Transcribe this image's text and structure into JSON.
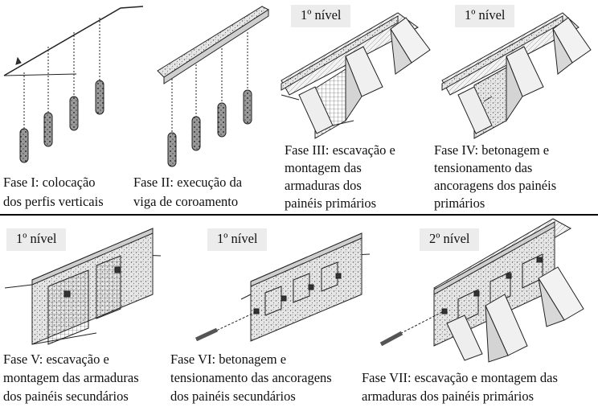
{
  "phases": [
    {
      "id": "I",
      "caption": [
        "Fase I: colocação",
        "dos perfis verticais"
      ]
    },
    {
      "id": "II",
      "caption": [
        "Fase II: execução da",
        "viga de coroamento"
      ]
    },
    {
      "id": "III",
      "level": "1º nível",
      "caption": [
        "Fase III: escavação e",
        "montagem das",
        "armaduras dos",
        "painéis primários"
      ]
    },
    {
      "id": "IV",
      "level": "1º nível",
      "caption": [
        "Fase IV: betonagem e",
        "tensionamento das",
        "ancoragens dos painéis",
        "primários"
      ]
    },
    {
      "id": "V",
      "level": "1º nível",
      "caption": [
        "Fase V: escavação e",
        "montagem das armaduras",
        "dos painéis secundários"
      ]
    },
    {
      "id": "VI",
      "level": "1º nível",
      "caption": [
        "Fase VI: betonagem e",
        "tensionamento das ancoragens",
        "dos painéis secundários"
      ]
    },
    {
      "id": "VII",
      "level": "2º nível",
      "caption": [
        "Fase VII: escavação e montagem das",
        "armaduras dos painéis primários"
      ]
    }
  ]
}
